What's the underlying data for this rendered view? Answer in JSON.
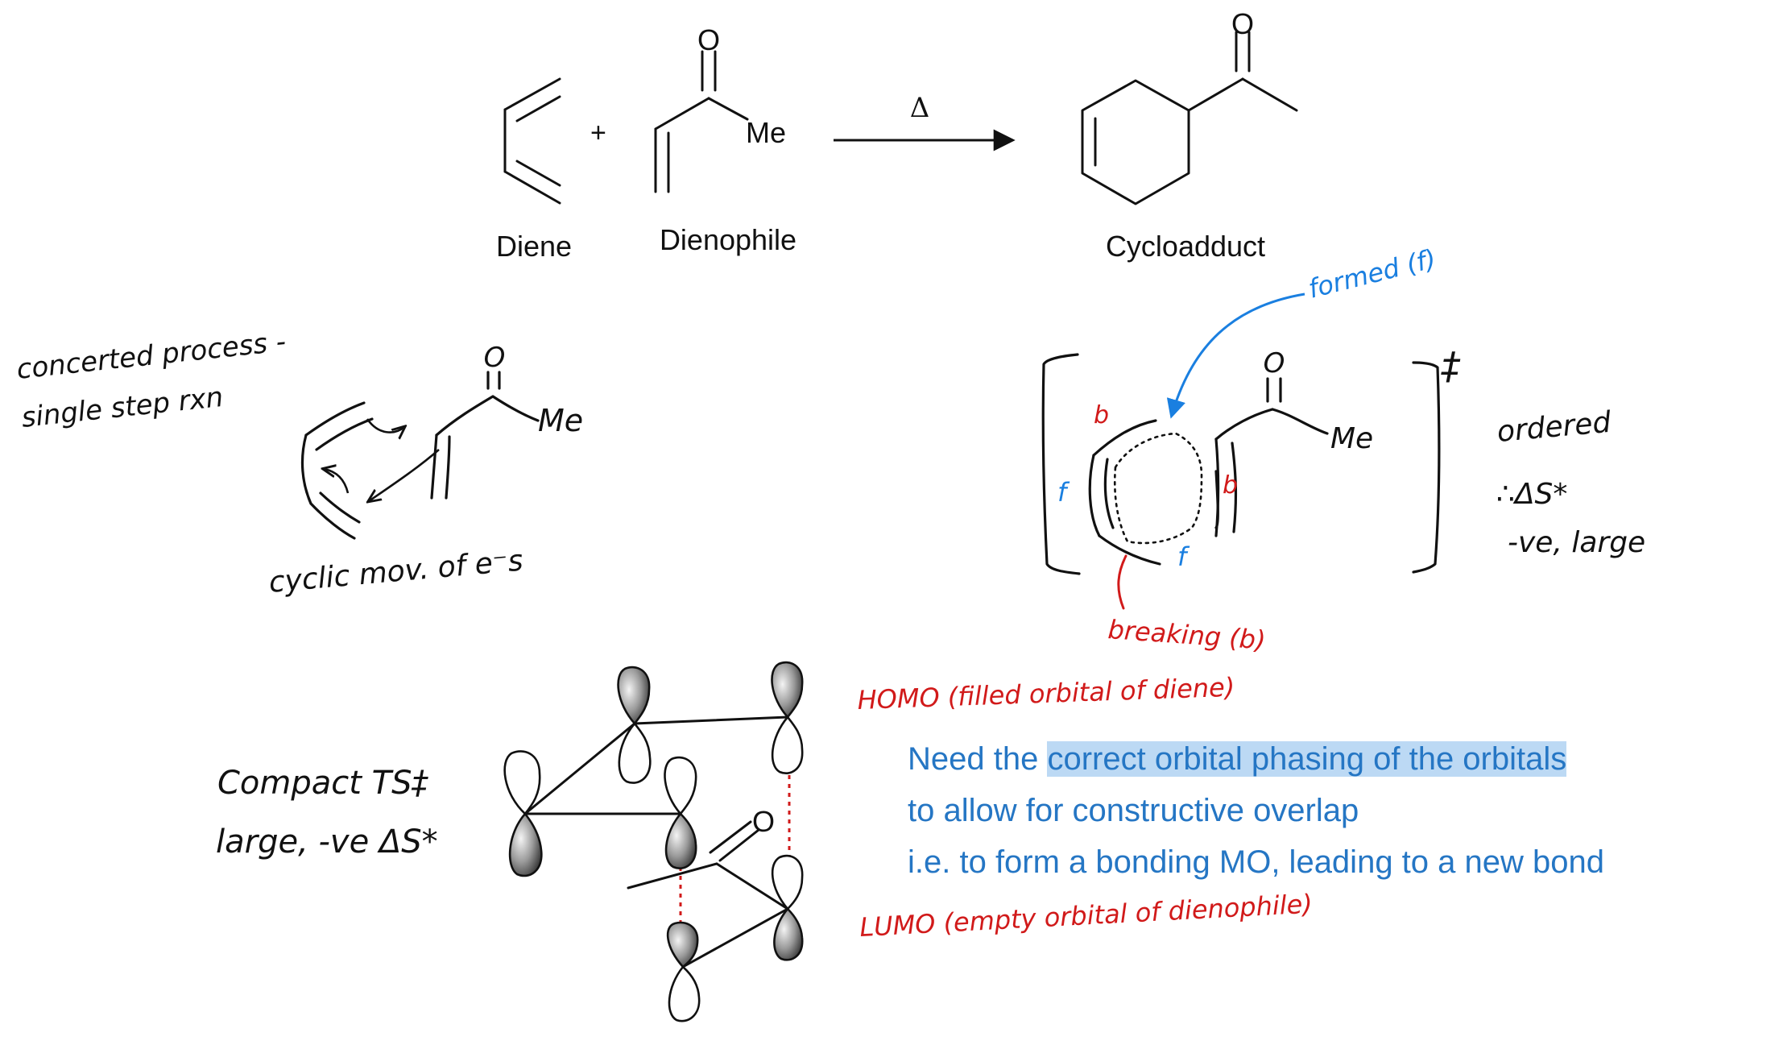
{
  "reaction": {
    "plus": "+",
    "o_label": "O",
    "me_label": "Me",
    "heat_symbol": "Δ",
    "diene_label": "Diene",
    "dienophile_label": "Dienophile",
    "product_label": "Cycloadduct"
  },
  "mechanism_notes": {
    "concerted_line1": "concerted process -",
    "concerted_line2": "single step rxn",
    "cyclic_movement": "cyclic mov. of e⁻s",
    "o_label": "O",
    "me_label": "Me"
  },
  "transition_state": {
    "formed_label": "formed (f)",
    "breaking_label": "breaking (b)",
    "b_mark": "b",
    "f_mark": "f",
    "double_dagger": "‡",
    "o_label": "O",
    "me_label": "Me",
    "ordered": "ordered",
    "delta_s": "∴ΔS*",
    "ve_large": "-ve, large"
  },
  "orbital_diagram": {
    "compact_line1": "Compact TS‡",
    "compact_line2": "large, -ve ΔS*",
    "homo_label": "HOMO (filled orbital of diene)",
    "lumo_label": "LUMO (empty orbital of dienophile)",
    "o_label": "O"
  },
  "explanation": {
    "line1_prefix": "Need the ",
    "line1_highlight": "correct orbital phasing of the orbitals",
    "line2": "to allow for constructive overlap",
    "line3": "i.e. to form a bonding MO, leading to a new bond"
  },
  "colors": {
    "blue_annotation": "#1a7fe0",
    "red_annotation": "#d11a1a",
    "explanation_text": "#2576c4",
    "highlight": "#bcd9f4"
  }
}
